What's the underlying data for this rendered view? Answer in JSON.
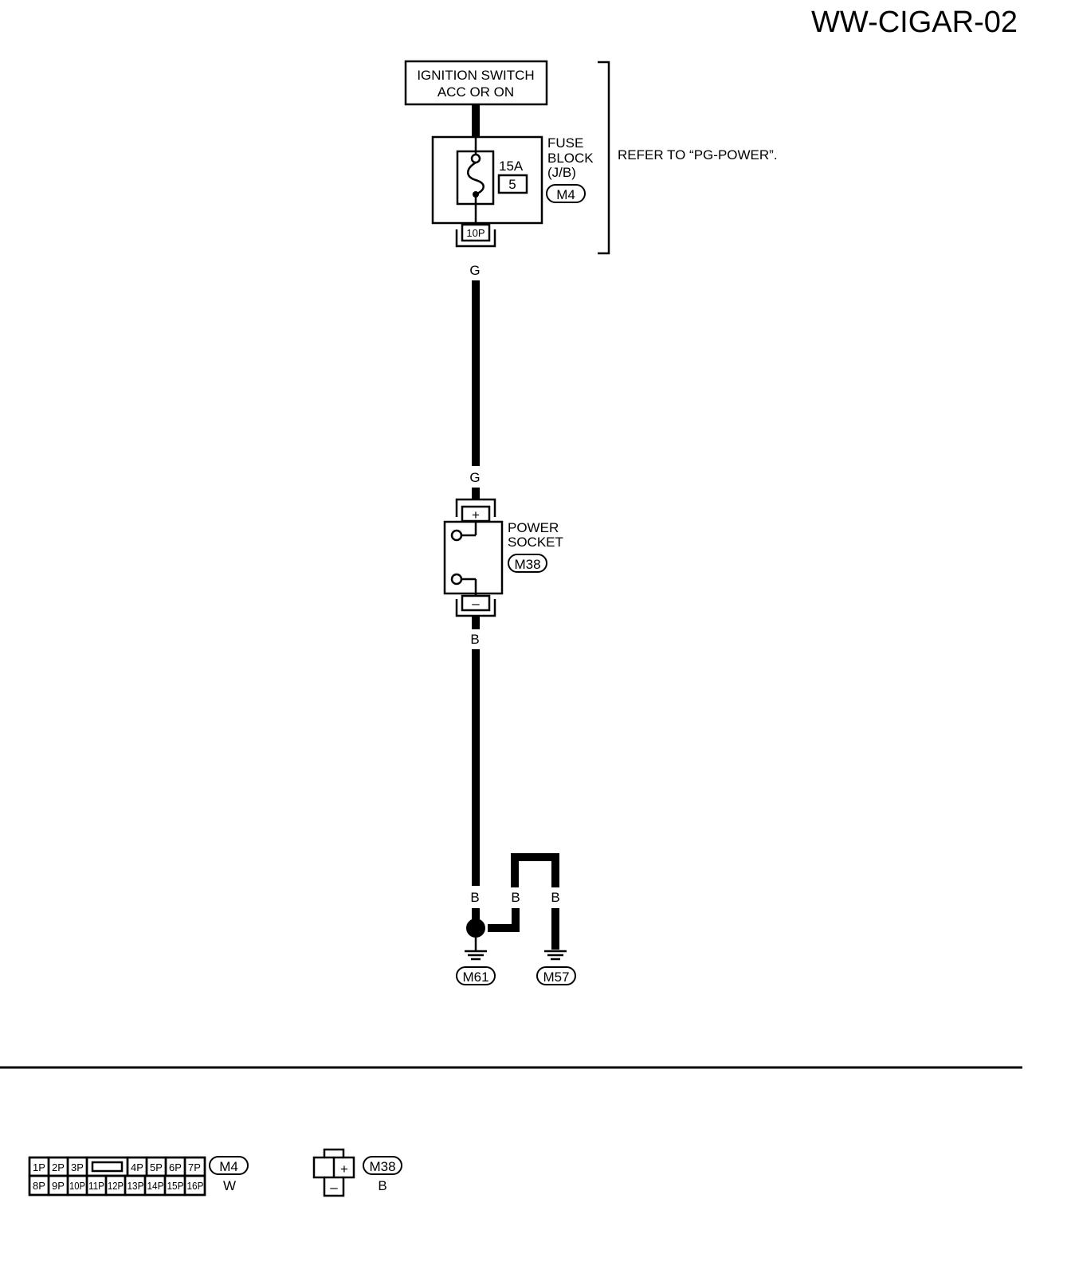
{
  "page_code": "WW-CIGAR-02",
  "ignition": {
    "line1": "IGNITION SWITCH",
    "line2": "ACC OR ON"
  },
  "fuse_block": {
    "label_line1": "FUSE",
    "label_line2": "BLOCK",
    "label_line3": "(J/B)",
    "connector": "M4",
    "fuse_rating": "15A",
    "fuse_number": "5",
    "terminal": "10P"
  },
  "refer_note": "REFER TO “PG-POWER”.",
  "wire_colors": {
    "to_socket_top": "G",
    "to_socket_bottom": "G",
    "socket_out": "B",
    "ground_a": "B",
    "ground_b": "B",
    "ground_c": "B"
  },
  "power_socket": {
    "label_line1": "POWER",
    "label_line2": "SOCKET",
    "connector": "M38",
    "plus_terminal": "+",
    "minus_terminal": "–"
  },
  "grounds": {
    "left": "M61",
    "right": "M57"
  },
  "connector_m4": {
    "id": "M4",
    "color": "W",
    "top_row": [
      "1P",
      "2P",
      "3P",
      "4P",
      "5P",
      "6P",
      "7P"
    ],
    "bottom_row": [
      "8P",
      "9P",
      "10P",
      "11P",
      "12P",
      "13P",
      "14P",
      "15P",
      "16P"
    ]
  },
  "connector_m38": {
    "id": "M38",
    "color": "B",
    "plus": "+",
    "minus": "–"
  }
}
